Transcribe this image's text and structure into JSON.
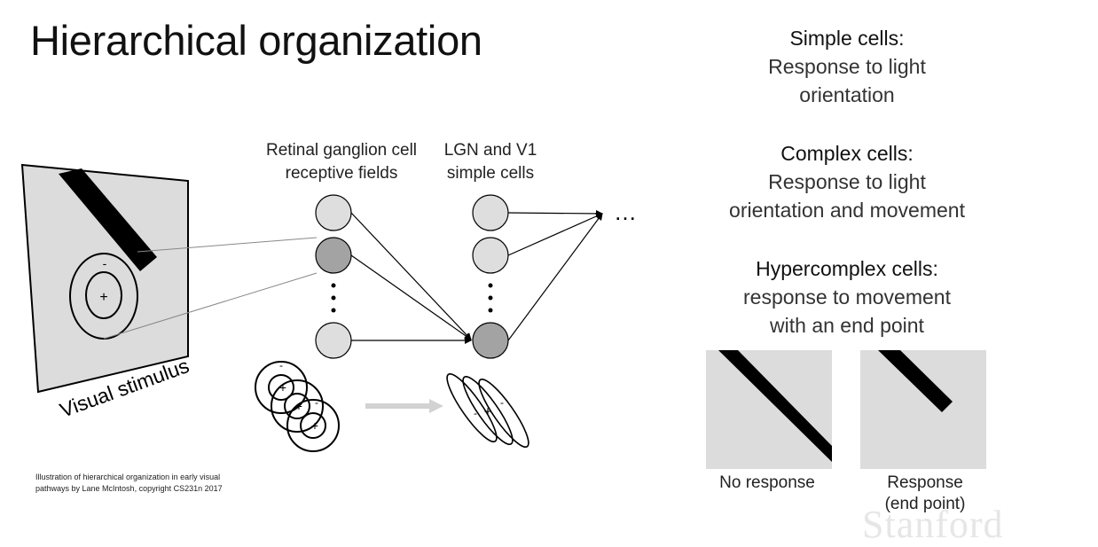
{
  "title": "Hierarchical organization",
  "diagram": {
    "label_retinal_line1": "Retinal ganglion cell",
    "label_retinal_line2": "receptive fields",
    "label_lgn_line1": "LGN and V1",
    "label_lgn_line2": "simple cells",
    "visual_stimulus_label": "Visual stimulus",
    "plus_sign": "+",
    "minus_sign": "-",
    "ellipsis": "…",
    "vertical_dots": "⋮",
    "credit_line1": "Illustration of hierarchical organization in early visual",
    "credit_line2": "pathways by Lane McIntosh, copyright CS231n 2017"
  },
  "right_panel": {
    "simple": {
      "heading": "Simple cells",
      "colon": ":",
      "line1": "Response to light",
      "line2": "orientation"
    },
    "complex": {
      "heading": "Complex cells",
      "colon": ":",
      "line1": "Response to light",
      "line2": "orientation and movement"
    },
    "hypercomplex": {
      "heading": "Hypercomplex cells",
      "colon": ":",
      "line1": "response to movement",
      "line2": "with an end point"
    },
    "caption_no_response": "No response",
    "caption_response_line1": "Response",
    "caption_response_line2": "(end point)"
  },
  "watermark": "Stanford",
  "colors": {
    "cell_light": "#dedede",
    "cell_dark": "#a3a3a3",
    "panel_grey": "#dcdcdc",
    "bar": "#000000",
    "arrow_grey": "#d2d2d2"
  }
}
